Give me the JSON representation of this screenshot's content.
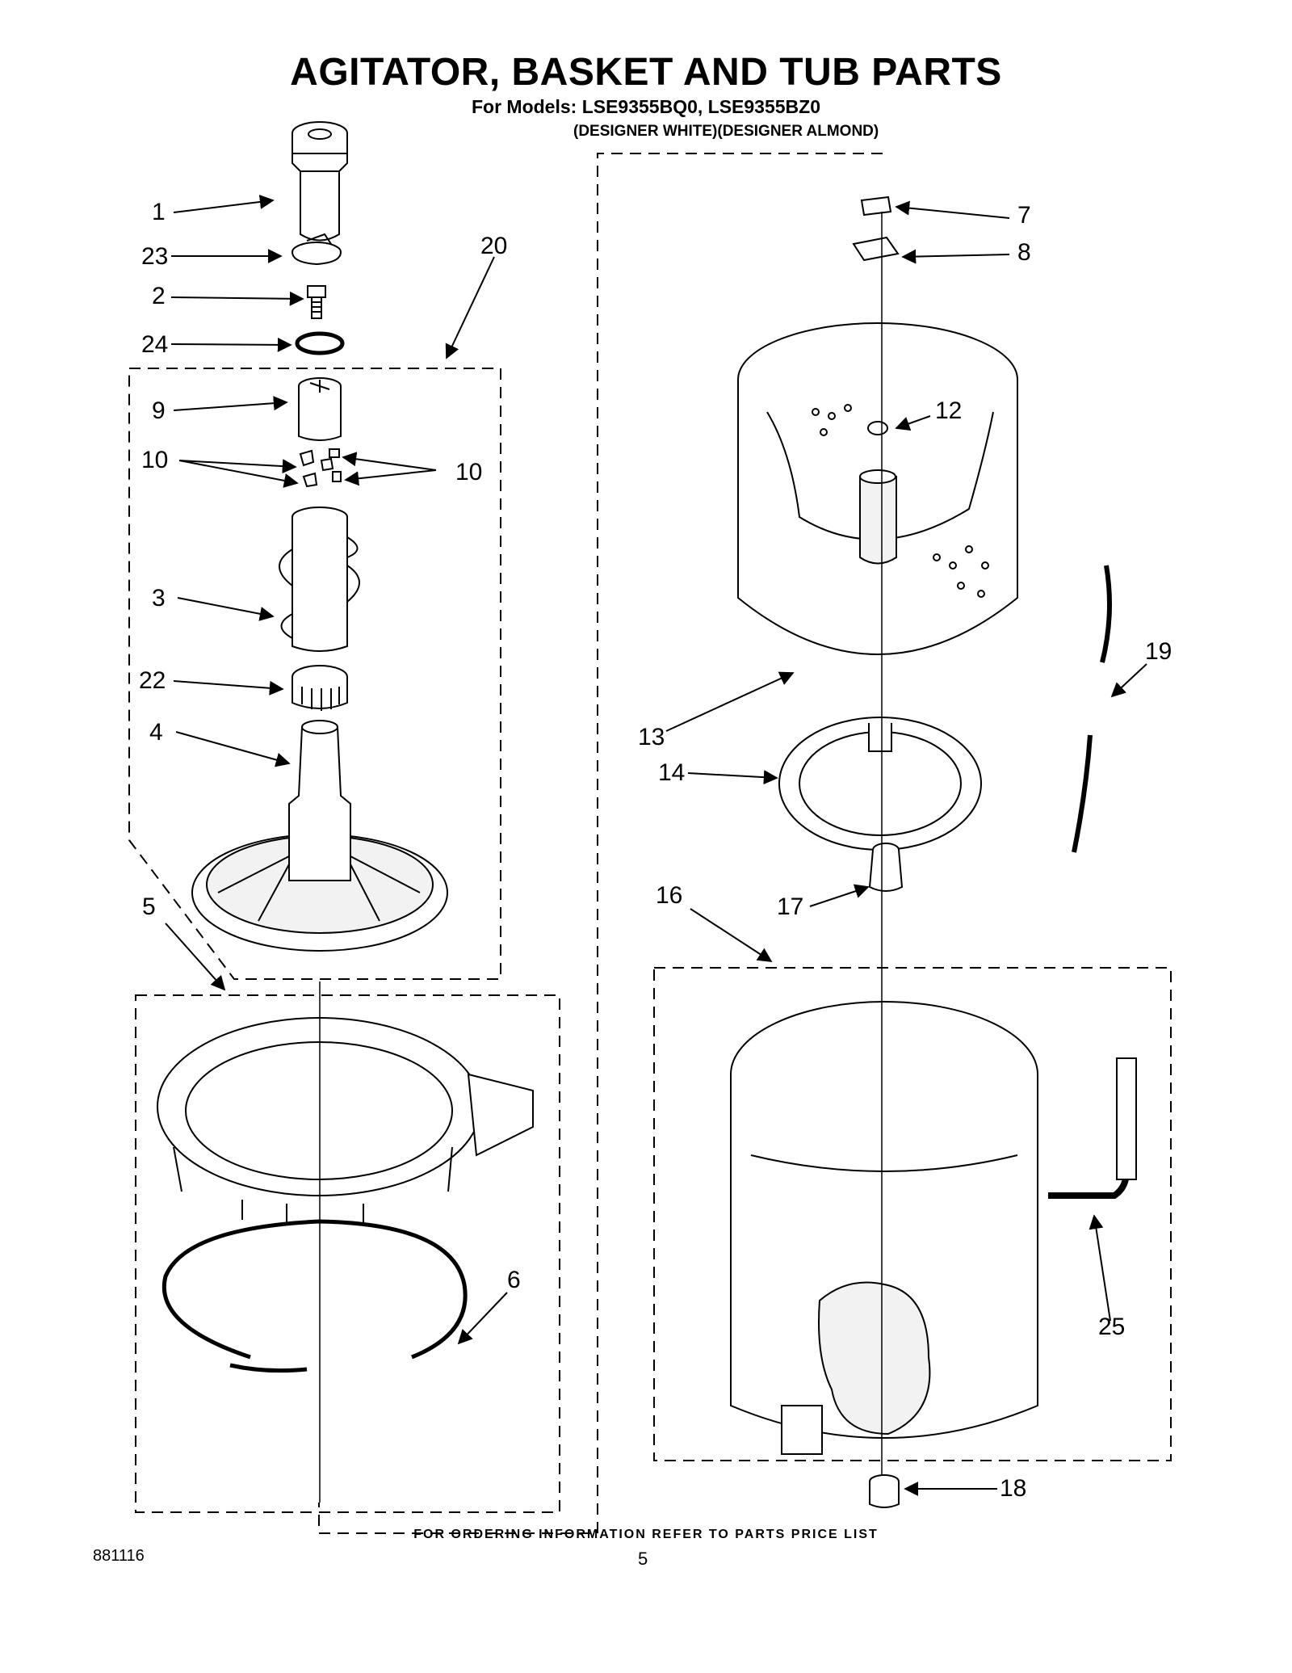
{
  "header": {
    "title": "AGITATOR, BASKET AND TUB PARTS",
    "subtitle": "For Models: LSE9355BQ0, LSE9355BZ0",
    "variants": "(DESIGNER WHITE)(DESIGNER ALMOND)"
  },
  "callouts": {
    "c1": "1",
    "c2": "2",
    "c3": "3",
    "c4": "4",
    "c5": "5",
    "c6": "6",
    "c7": "7",
    "c8": "8",
    "c9": "9",
    "c10a": "10",
    "c10b": "10",
    "c12": "12",
    "c13": "13",
    "c14": "14",
    "c16": "16",
    "c17": "17",
    "c18": "18",
    "c19": "19",
    "c20": "20",
    "c22": "22",
    "c23": "23",
    "c24": "24",
    "c25": "25"
  },
  "footer": {
    "note": "FOR ORDERING INFORMATION REFER TO PARTS PRICE LIST",
    "doc_number": "881116",
    "page_number": "5"
  }
}
